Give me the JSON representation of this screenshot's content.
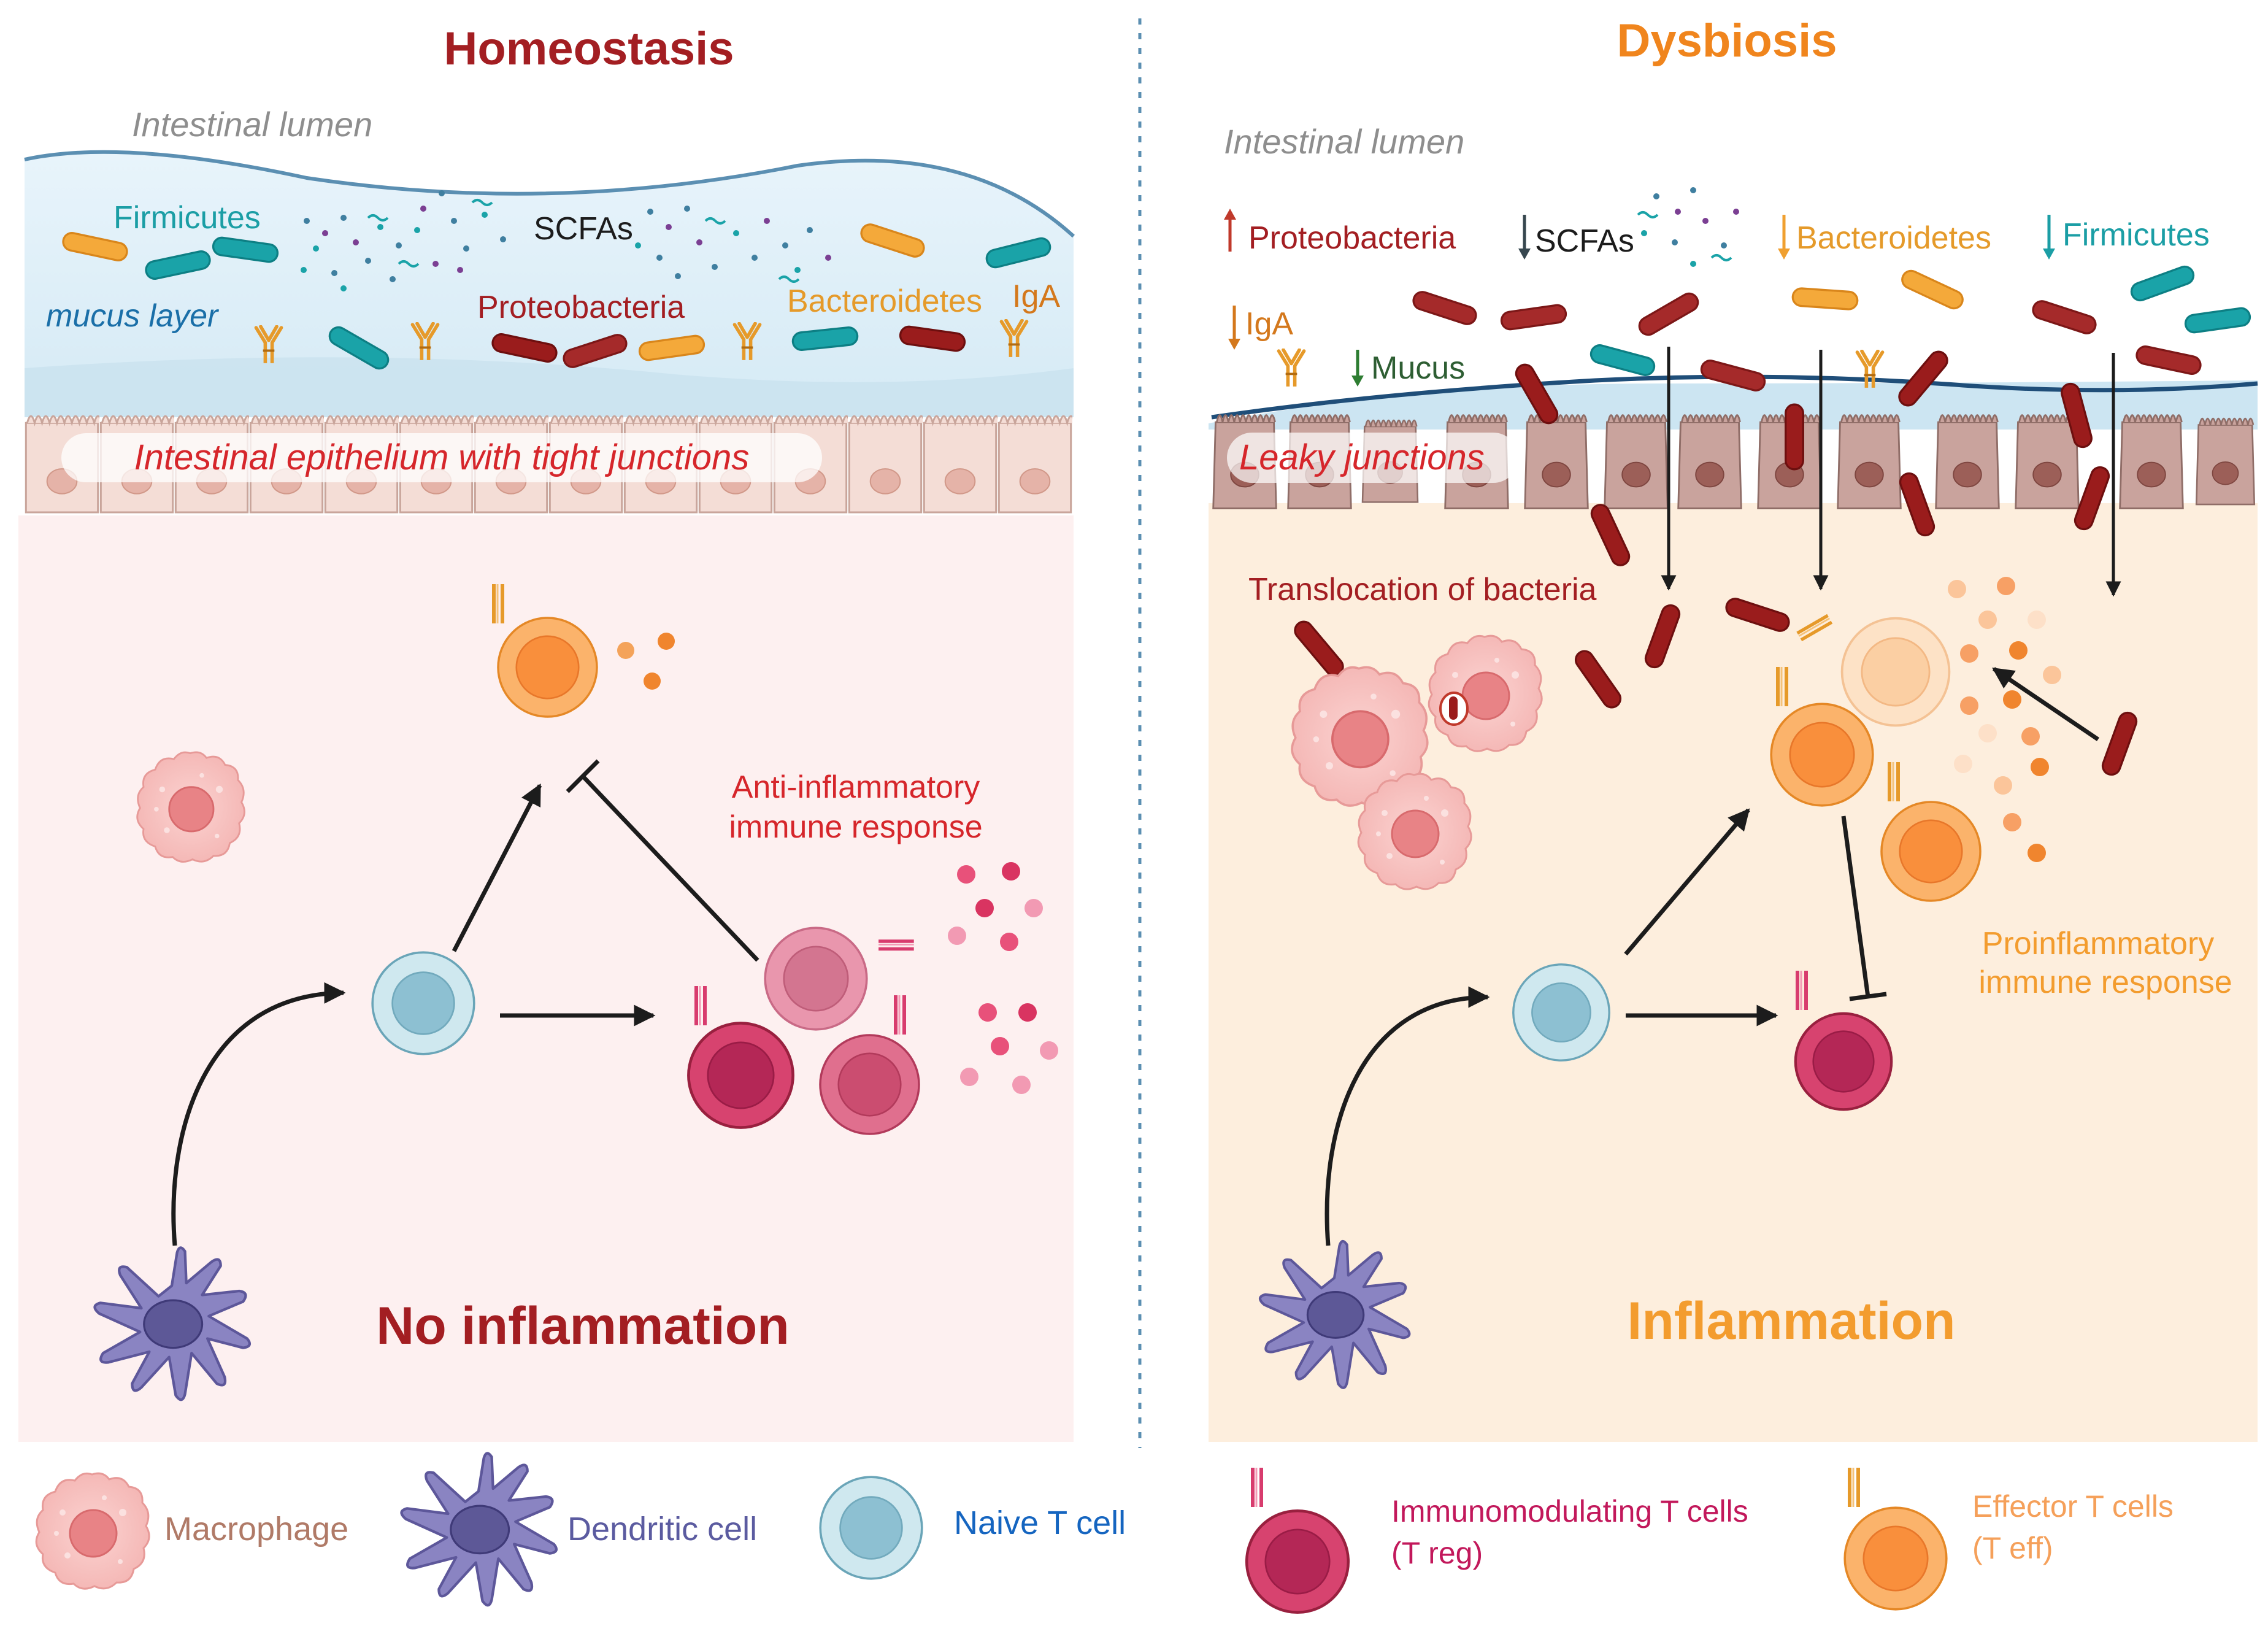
{
  "left_panel": {
    "title": "Homeostasis",
    "lumen_label": "Intestinal lumen",
    "labels": {
      "firmicutes": "Firmicutes",
      "scfas": "SCFAs",
      "mucus": "mucus layer",
      "proteobacteria": "Proteobacteria",
      "bacteroidetes": "Bacteroidetes",
      "iga": "IgA"
    },
    "epithelium_label": "Intestinal epithelium with tight junctions",
    "response_line1": "Anti-inflammatory",
    "response_line2": "immune response",
    "outcome": "No inflammation"
  },
  "right_panel": {
    "title": "Dysbiosis",
    "lumen_label": "Intestinal lumen",
    "labels": {
      "proteobacteria": "Proteobacteria",
      "scfas": "SCFAs",
      "bacteroidetes": "Bacteroidetes",
      "firmicutes": "Firmicutes",
      "iga": "IgA",
      "mucus": "Mucus"
    },
    "epithelium_label": "Leaky junctions",
    "translocation_label": "Translocation of bacteria",
    "response_line1": "Proinflammatory",
    "response_line2": "immune response",
    "outcome": "Inflammation"
  },
  "legend": {
    "macrophage": "Macrophage",
    "dendritic": "Dendritic cell",
    "naive": "Naive T cell",
    "treg_line1": "Immunomodulating T cells",
    "treg_line2": "(T reg)",
    "teff_line1": "Effector T cells",
    "teff_line2": "(T eff)"
  },
  "colors": {
    "homeostasis_title": "#a31e22",
    "dysbiosis_title": "#f0851d",
    "firmicutes": "#1b9ea5",
    "bacteroidetes": "#f0a030",
    "proteobacteria": "#a31e22",
    "mucus_label": "#1a6fa8",
    "iga": "#d4781c",
    "mucus_arrow": "#2e7d32",
    "anti_inflammatory": "#d6262b",
    "proinflammatory": "#f39c2e",
    "macrophage_legend": "#b07a67",
    "dendritic_legend": "#5b5ba0",
    "naive_legend": "#1565c0",
    "treg_legend": "#c2185b",
    "teff_legend": "#f5a05a"
  }
}
